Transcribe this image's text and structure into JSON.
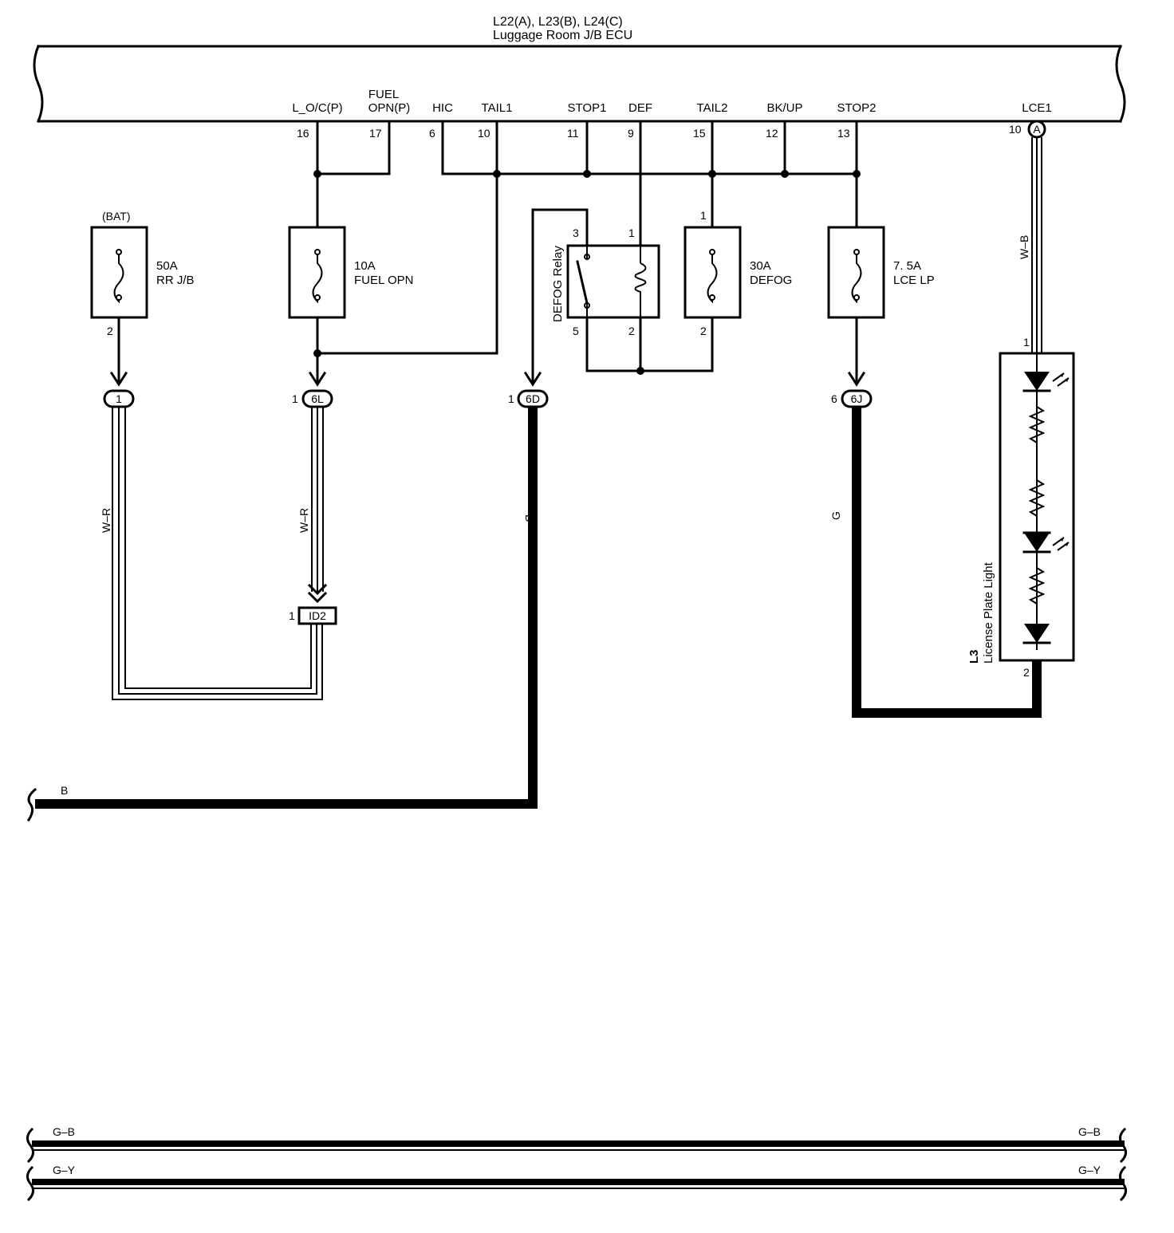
{
  "ecu": {
    "connectors": "L22(A), L23(B), L24(C)",
    "name": "Luggage Room J/B ECU",
    "terminals": [
      {
        "name": "L_O/C(P)",
        "pin": "16"
      },
      {
        "name_line1": "FUEL",
        "name_line2": "OPN(P)",
        "pin": "17"
      },
      {
        "name": "HIC",
        "pin": "6"
      },
      {
        "name": "TAIL1",
        "pin": "10"
      },
      {
        "name": "STOP1",
        "pin": "11"
      },
      {
        "name": "DEF",
        "pin": "9"
      },
      {
        "name": "TAIL2",
        "pin": "15"
      },
      {
        "name": "BK/UP",
        "pin": "12"
      },
      {
        "name": "STOP2",
        "pin": "13"
      },
      {
        "name": "LCE1",
        "pin": "10",
        "connector": "A"
      }
    ]
  },
  "fuses": [
    {
      "rating": "50A",
      "name": "RR J/B",
      "top_label": "(BAT)",
      "bottom_pin": "2"
    },
    {
      "rating": "10A",
      "name": "FUEL OPN"
    },
    {
      "rating": "30A",
      "name": "DEFOG",
      "top_pin": "1",
      "bottom_pin": "2"
    },
    {
      "rating": "7. 5A",
      "name": "LCE LP"
    }
  ],
  "relay": {
    "name": "DEFOG Relay",
    "pins": {
      "top_left": "3",
      "top_right": "1",
      "bottom_left": "5",
      "bottom_right": "2"
    }
  },
  "junction_connectors": [
    {
      "id": "1",
      "pin": ""
    },
    {
      "id": "6L",
      "pin": "1"
    },
    {
      "id": "6D",
      "pin": "1"
    },
    {
      "id": "6J",
      "pin": "6"
    }
  ],
  "id2": {
    "id": "ID2",
    "pin": "1"
  },
  "wire_colors": {
    "bat_wire": "W–R",
    "fuel_wire": "W–R",
    "defog_wire": "B",
    "lce_wire": "G",
    "lce1_wire": "W–B",
    "bottom_left": "B"
  },
  "license_light": {
    "code": "L3",
    "name": "License Plate Light",
    "pin_top": "1",
    "pin_bottom": "2"
  },
  "bottom_wires": [
    {
      "left": "G–B",
      "right": "G–B"
    },
    {
      "left": "G–Y",
      "right": "G–Y"
    }
  ]
}
